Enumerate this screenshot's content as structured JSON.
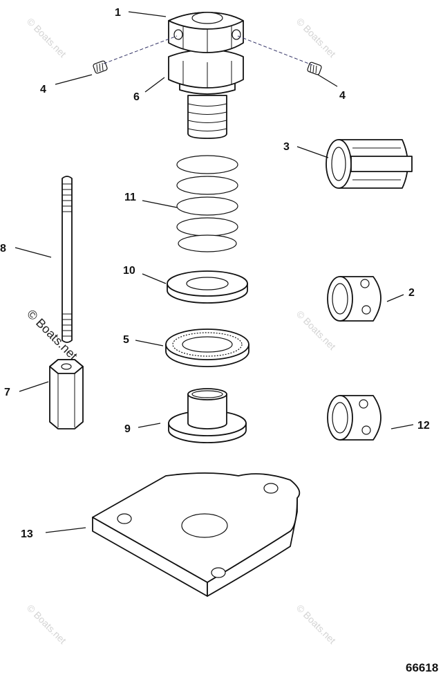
{
  "diagram": {
    "figure_number": "66618",
    "watermark_text": "© Boats.net",
    "callouts": {
      "c1": "1",
      "c2": "2",
      "c3": "3",
      "c4_left": "4",
      "c4_right": "4",
      "c5": "5",
      "c6": "6",
      "c7": "7",
      "c8": "8",
      "c9": "9",
      "c10": "10",
      "c11": "11",
      "c12": "12",
      "c13": "13"
    }
  }
}
